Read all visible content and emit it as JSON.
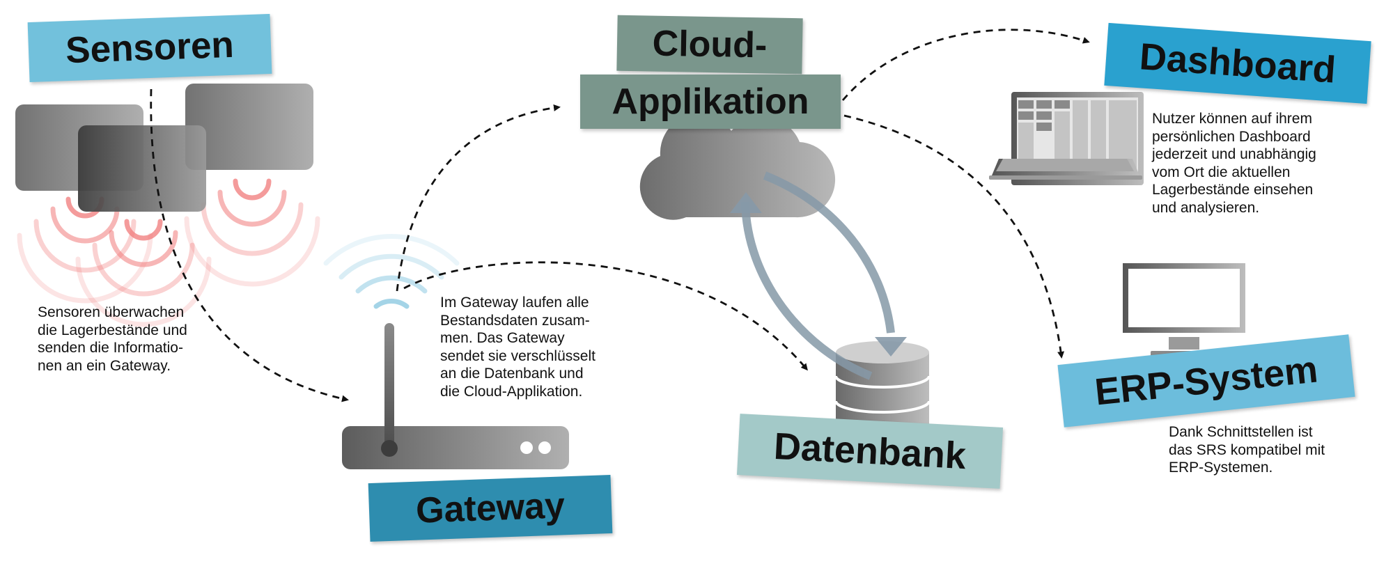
{
  "colors": {
    "sensoren_label": "#72c1dc",
    "gateway_label": "#2e8daf",
    "datenbank_label": "#a3c9c8",
    "dashboard_label": "#2aa1cf",
    "erp_label": "#6cbddc",
    "cloud_label": "#7a968c",
    "signal_red": "#f07a7a",
    "wifi_blue": "#9fd2e6",
    "sync_arrow": "#8699a8",
    "arrow": "#111111"
  },
  "nodes": {
    "sensoren": {
      "label": "Sensoren",
      "icon": "sensor-icon",
      "description": "Sensoren überwachen\ndie Lagerbestände und\nsenden die Informatio-\nnen an ein Gateway."
    },
    "gateway": {
      "label": "Gateway",
      "icon": "router-icon",
      "description": "Im Gateway laufen alle\nBestandsdaten zusam-\nmen. Das Gateway\nsendet sie verschlüsselt\nan die Datenbank und\ndie Cloud-Applikation."
    },
    "cloud": {
      "label_line1": "Cloud-",
      "label_line2": "Applikation",
      "icon": "cloud-icon"
    },
    "datenbank": {
      "label": "Datenbank",
      "icon": "database-icon"
    },
    "dashboard": {
      "label": "Dashboard",
      "icon": "laptop-icon",
      "description": "Nutzer können auf ihrem\npersönlichen Dashboard\njederzeit und unabhängig\nvom Ort die aktuellen\nLagerbestände einsehen\nund analysieren."
    },
    "erp": {
      "label": "ERP-System",
      "icon": "monitor-icon",
      "description": "Dank Schnittstellen ist\ndas SRS kompatibel mit\nERP-Systemen."
    }
  },
  "edges": [
    {
      "from": "sensoren",
      "to": "gateway",
      "style": "dashed"
    },
    {
      "from": "gateway",
      "to": "cloud",
      "style": "dashed"
    },
    {
      "from": "gateway",
      "to": "datenbank",
      "style": "dashed"
    },
    {
      "from": "cloud",
      "to": "dashboard",
      "style": "dashed"
    },
    {
      "from": "cloud",
      "to": "erp",
      "style": "dashed"
    },
    {
      "from": "cloud",
      "to": "datenbank",
      "style": "solid-sync"
    },
    {
      "from": "datenbank",
      "to": "cloud",
      "style": "solid-sync"
    }
  ]
}
